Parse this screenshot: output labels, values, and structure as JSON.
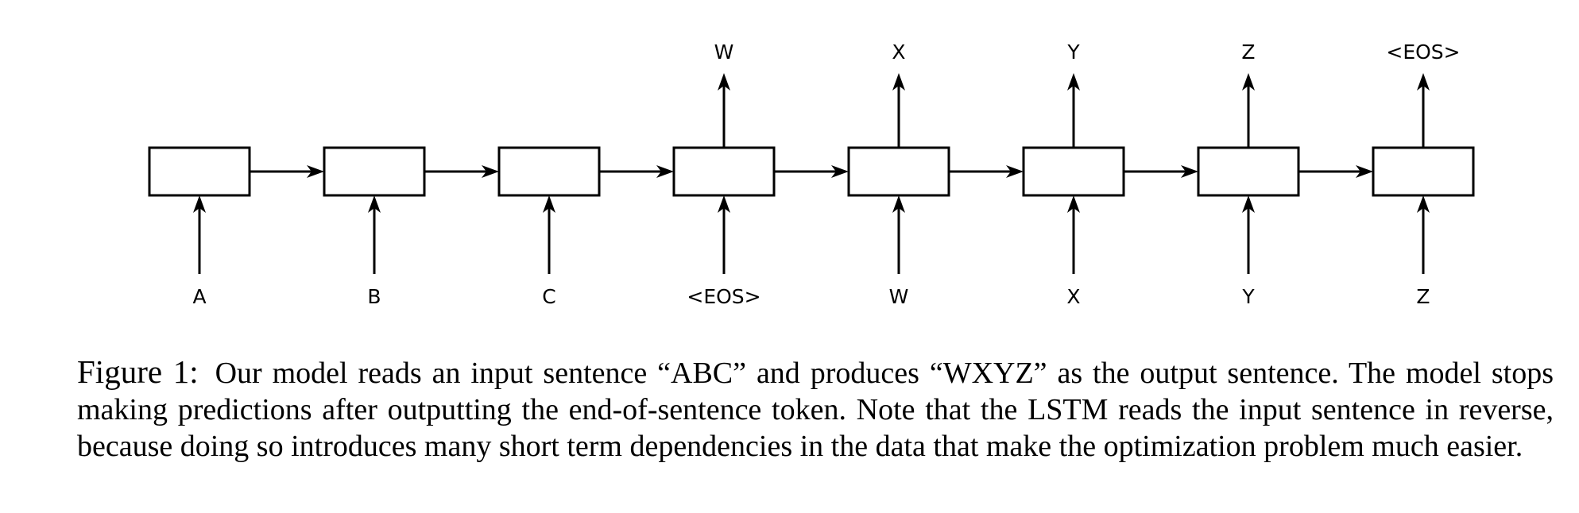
{
  "diagram": {
    "inputs": [
      "A",
      "B",
      "C",
      "<EOS>",
      "W",
      "X",
      "Y",
      "Z"
    ],
    "outputs": [
      "",
      "",
      "",
      "W",
      "X",
      "Y",
      "Z",
      "<EOS>"
    ]
  },
  "caption": {
    "label": "Figure 1:",
    "text": "Our model reads an input sentence “ABC” and produces “WXYZ” as the output sentence. The model stops making predictions after outputting the end-of-sentence token. Note that the LSTM reads the input sentence in reverse, because doing so introduces many short term dependencies in the data that make the optimization problem much easier."
  }
}
